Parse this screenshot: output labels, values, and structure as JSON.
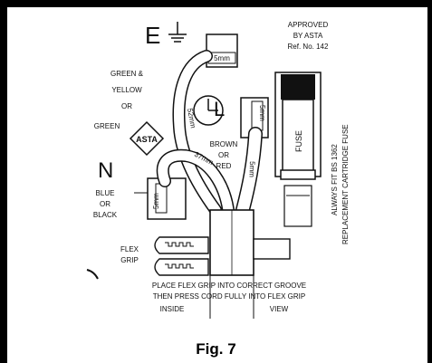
{
  "labels": {
    "earth_letter": "E",
    "approved_1": "APPROVED",
    "approved_2": "BY ASTA",
    "approved_3": "Ref. No. 142",
    "green_yellow_1": "GREEN &",
    "green_yellow_2": "YELLOW",
    "or_1": "OR",
    "green": "GREEN",
    "asta": "ASTA",
    "live_letter": "L",
    "brown": "BROWN",
    "or_2": "OR",
    "red": "RED",
    "fuse": "FUSE",
    "side_1": "ALWAYS FIT BS 1362",
    "side_2": "REPLACEMENT CARTRIDGE FUSE",
    "neutral_letter": "N",
    "blue": "BLUE",
    "or_3": "OR",
    "black": "BLACK",
    "flex_1": "FLEX",
    "flex_2": "GRIP",
    "mm_5a": "5mm",
    "mm_5b": "5mm",
    "mm_5c": "5mm",
    "mm_5d": "5mm",
    "mm_52": "52mm",
    "mm_37": "37mm",
    "bottom_1": "PLACE FLEX GRIP INTO CORRECT GROOVE",
    "bottom_2": "THEN PRESS CORD FULLY INTO FLEX GRIP",
    "inside": "INSIDE",
    "view": "VIEW"
  },
  "caption": "Fig. 7"
}
